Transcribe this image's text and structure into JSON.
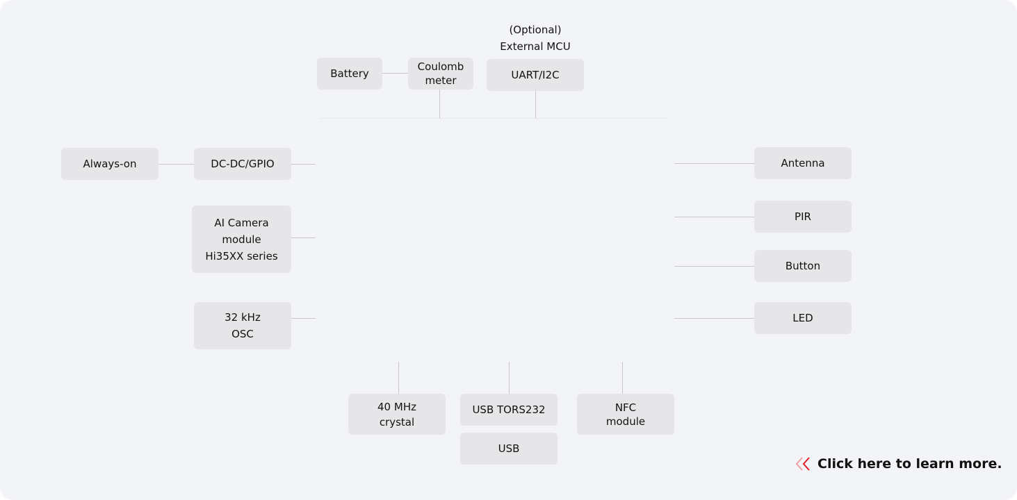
{
  "optional_mcu": {
    "line1": "(Optional)",
    "line2": "External MCU"
  },
  "blocks": {
    "battery": [
      "Battery"
    ],
    "coulomb": [
      "Coulomb",
      "meter"
    ],
    "uart": [
      "UART/I2C"
    ],
    "always_on": [
      "Always-on"
    ],
    "dcdc": [
      "DC-DC/GPIO"
    ],
    "camera": [
      "AI Camera",
      "module",
      "Hi35XX series"
    ],
    "osc": [
      "32 kHz",
      "OSC"
    ],
    "antenna": [
      "Antenna"
    ],
    "pir": [
      "PIR"
    ],
    "button": [
      "Button"
    ],
    "led": [
      "LED"
    ],
    "crystal": [
      "40 MHz",
      "crystal"
    ],
    "usb_tors232": [
      "USB TORS232"
    ],
    "usb": [
      "USB"
    ],
    "nfc": [
      "NFC",
      "module"
    ]
  },
  "learn_more": {
    "label": "Click here to learn more.",
    "icon": "double-chevron-left-icon",
    "accent": "#e0202a"
  }
}
